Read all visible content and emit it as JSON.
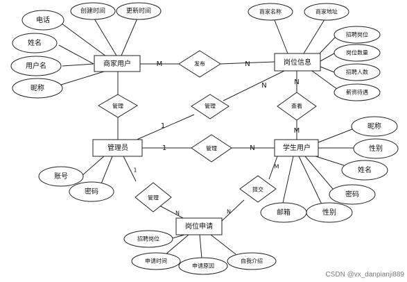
{
  "entities": {
    "merchant_user": "商家用户",
    "job_info": "岗位信息",
    "admin": "管理员",
    "student_user": "学生用户",
    "job_application": "岗位申请"
  },
  "relationships": {
    "publish": "发布",
    "manage_left": "管理",
    "manage_center": "管理",
    "manage_middle": "管理",
    "view": "查看",
    "submit": "提交",
    "manage_bottom": "管理"
  },
  "attributes": {
    "phone": "电话",
    "created_time": "创建时间",
    "updated_time": "更新时间",
    "name": "姓名",
    "username": "用户名",
    "nickname": "昵称",
    "merchant_name": "商家名称",
    "merchant_address": "商家地址",
    "job_title": "招聘岗位",
    "job_quantity": "岗位数量",
    "recruit_count": "招聘人数",
    "salary_benefits": "薪资待遇",
    "account": "账号",
    "admin_password": "密码",
    "student_nickname": "昵称",
    "student_gender": "性别",
    "student_name": "姓名",
    "student_password": "密码",
    "email": "邮箱",
    "student_gender_2": "性别",
    "app_job_title": "招聘岗位",
    "apply_time": "申请时间",
    "apply_reason": "申请原因",
    "self_intro": "自我介绍"
  },
  "cardinalities": {
    "publish_m": "M",
    "publish_n": "N",
    "center_1": "1",
    "center_n": "N",
    "middle_1": "1",
    "middle_n": "N",
    "view_n": "N",
    "view_m": "M",
    "bottom_1": "1",
    "bottom_n": "N",
    "submit_m": "M",
    "submit_n": "N"
  },
  "watermark": "CSDN @vx_danpianji889"
}
